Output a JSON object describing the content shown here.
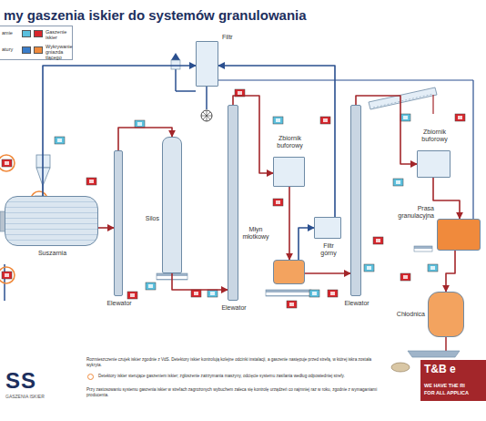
{
  "diagram": {
    "title": "my gaszenia iskier do systemów granulowania",
    "nodes": [
      {
        "text": [
          "Suszarnia"
        ]
      },
      {
        "text": [
          "Elewator"
        ]
      },
      {
        "text": [
          "Silos"
        ]
      },
      {
        "text": [
          "Filtr"
        ]
      },
      {
        "text": [
          "Elewator"
        ]
      },
      {
        "text": [
          "Zbiornik buforowy"
        ]
      },
      {
        "text": [
          "Młyn młotkowy"
        ]
      },
      {
        "text": [
          "Filtr górny"
        ]
      },
      {
        "text": [
          "Elewator"
        ]
      },
      {
        "text": [
          "Zbiornik buforowy"
        ]
      },
      {
        "text": [
          "Prasa granulacyjna"
        ]
      },
      {
        "text": [
          "Chłodnica"
        ]
      }
    ],
    "edges": [
      {
        "from": 0,
        "to": 1,
        "arrow": "to"
      },
      {
        "from": 1,
        "to": 2,
        "arrow": "to"
      },
      {
        "from": 2,
        "to": 4,
        "arrow": "to"
      },
      {
        "from": 4,
        "to": 5,
        "arrow": "to"
      },
      {
        "from": 5,
        "to": 6,
        "arrow": "to"
      },
      {
        "from": 6,
        "to": 8,
        "arrow": "to"
      },
      {
        "from": 8,
        "to": 9,
        "arrow": "to"
      },
      {
        "from": 9,
        "to": 10,
        "arrow": "to"
      },
      {
        "from": 10,
        "to": 11,
        "arrow": "to"
      },
      {
        "from": 0,
        "to": 3,
        "arrow": "to"
      },
      {
        "from": 6,
        "to": 7,
        "arrow": "to"
      },
      {
        "from": 7,
        "to": 3,
        "arrow": "to"
      }
    ],
    "labels": [
      "SS",
      "GASZENIA ISKIER",
      "T&B e",
      "WE HAVE THE RI",
      "FOR ALL APPLICA",
      "Rozmieszczenie czujek iskier zgodnie z VdS. Detektory iskier kontrolują kolejne odcinki instalacji, a gaszenie następuje przed strefą, w której iskra została wykryta.",
      "Detektory iskier sterujące gaszeniem iskier; zgłoszenie zatrzymania maszyny, odcięcie systemu zasilania według odpowiedniej strefy.",
      "Przy zastosowaniu systemu gaszenia iskier w strefach zagrożonych wybuchem zaleca się kontrolę urządzeń co najmniej raz w roku, zgodnie z wymaganiami producenta."
    ],
    "legend": [
      {
        "text": "amie",
        "color": "#5bc0de"
      },
      {
        "text": "Gaszenie iskier",
        "color": "#d9262c"
      },
      {
        "text": "atury",
        "color": "#3a7dc9"
      },
      {
        "text": "Wykrywanie gniazda tlącego",
        "color": "#f08a3c"
      }
    ]
  }
}
